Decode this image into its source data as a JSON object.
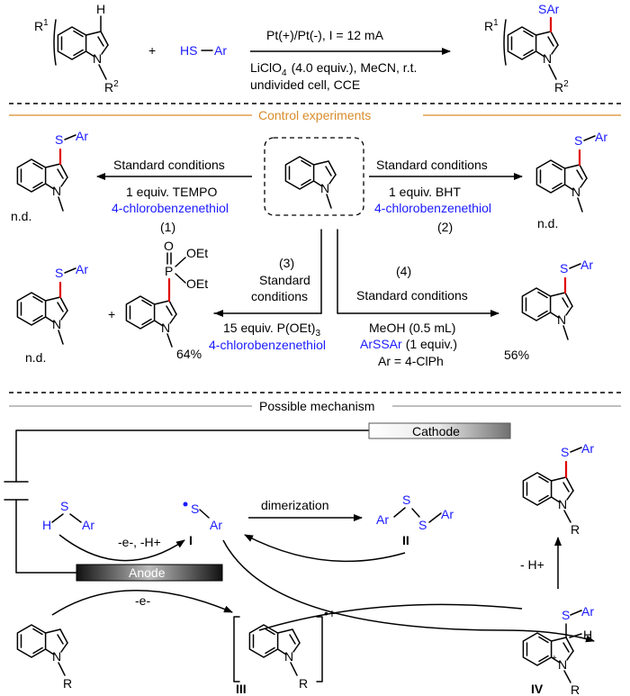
{
  "scheme": {
    "top_reaction": {
      "r1": "R",
      "r1_sup": "1",
      "n_label": "N",
      "r2": "R",
      "r2_sup": "2",
      "h_label": "H",
      "plus": "+",
      "thiol": "HS",
      "thiol_ar": "Ar",
      "cond_line1": "Pt(+)/Pt(-), I = 12 mA",
      "cond_line2a": "LiClO",
      "cond_line2_sub": "4",
      "cond_line2b": "(4.0 equiv.), MeCN, r.t.",
      "cond_line3": "undivided cell, CCE",
      "product_s": "SAr"
    },
    "control_section": {
      "header": "Control experiments",
      "header_color": "#d98c2b",
      "left_product": {
        "s": "S",
        "ar": "Ar",
        "n": "N",
        "yield": "n.d."
      },
      "exp1": {
        "line1": "Standard conditions",
        "line2": "1 equiv. TEMPO",
        "line3": "4-chlorobenzenethiol",
        "num": "(1)"
      },
      "exp2": {
        "line1": "Standard conditions",
        "line2": "1 equiv. BHT",
        "line3": "4-chlorobenzenethiol",
        "num": "(2)"
      },
      "right_product": {
        "s": "S",
        "ar": "Ar",
        "n": "N",
        "yield": "n.d."
      },
      "start_n": "N",
      "exp3": {
        "num": "(3)",
        "line1": "Standard",
        "line2": "conditions",
        "line3a": "15 equiv. P(OEt)",
        "line3_sub": "3",
        "line4": "4-chlorobenzenethiol"
      },
      "exp3_prod1": {
        "s": "S",
        "ar": "Ar",
        "n": "N",
        "yield": "n.d."
      },
      "exp3_plus": "+",
      "exp3_prod2": {
        "p": "P",
        "o": "O",
        "oet1": "OEt",
        "oet2": "OEt",
        "n": "N",
        "yield": "64%"
      },
      "exp4": {
        "num": "(4)",
        "line1": "Standard conditions",
        "line2": "MeOH (0.5 mL)",
        "line3a": "ArSSAr",
        "line3b": "(1 equiv.)",
        "line4": "Ar = 4-ClPh"
      },
      "exp4_prod": {
        "s": "S",
        "ar": "Ar",
        "n": "N",
        "yield": "56%"
      }
    },
    "mechanism_section": {
      "header": "Possible mechanism",
      "header_color": "#888888",
      "cathode": "Cathode",
      "anode": "Anode",
      "thiol_h": "H",
      "thiol_s": "S",
      "thiol_ar": "Ar",
      "step1": "-e-, -H+",
      "radical_s": "S",
      "radical_ar": "Ar",
      "radical_label": "I",
      "dimerization": "dimerization",
      "disulfide": {
        "ar1": "Ar",
        "s1": "S",
        "s2": "S",
        "ar2": "Ar",
        "label": "II"
      },
      "step2": "-e-",
      "indole_n": "N",
      "indole_r": "R",
      "cation_n": "N",
      "cation_r": "R",
      "cation_charge": "•+",
      "cation_label": "III",
      "int4": {
        "s": "S",
        "ar": "Ar",
        "h": "H",
        "n": "N",
        "plus": "+",
        "r": "R",
        "label": "IV"
      },
      "deprot": "- H+",
      "final": {
        "s": "S",
        "ar": "Ar",
        "n": "N",
        "r": "R"
      }
    }
  }
}
